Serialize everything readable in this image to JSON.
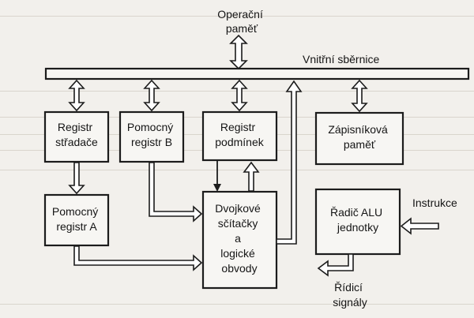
{
  "labels": {
    "operacni_pamet": [
      "Operační",
      "paměť"
    ],
    "vnitrni_sbernice": "Vnitřní sběrnice",
    "registr_stradace": [
      "Registr",
      "střadače"
    ],
    "pomocny_registr_b": [
      "Pomocný",
      "registr B"
    ],
    "registr_podminek": [
      "Registr",
      "podmínek"
    ],
    "zapisnikova_pamet": [
      "Zápisníková",
      "paměť"
    ],
    "pomocny_registr_a": [
      "Pomocný",
      "registr A"
    ],
    "dvojkove_scitacky": [
      "Dvojkové",
      "sčítačky",
      "a",
      "logické",
      "obvody"
    ],
    "radic_alu": [
      "Řadič ALU",
      "jednotky"
    ],
    "instrukce": "Instrukce",
    "ridici_signaly": [
      "Řídicí",
      "signály"
    ]
  }
}
